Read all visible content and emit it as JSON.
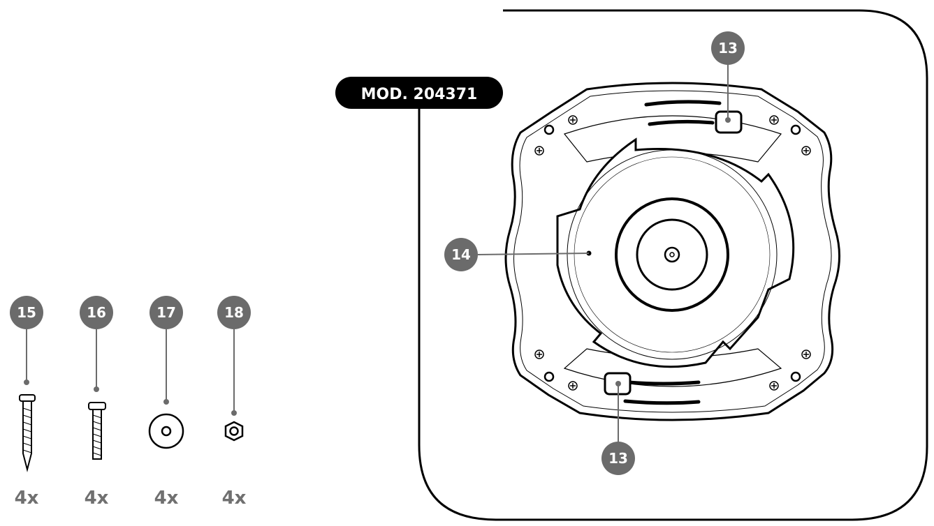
{
  "model_label": "MOD. 204371",
  "colors": {
    "callout": "#6b6b6b",
    "line": "#000000",
    "qty": "#707070",
    "badge": "#000000"
  },
  "callouts": {
    "c13_top": "13",
    "c13_bottom": "13",
    "c14": "14",
    "c15": "15",
    "c16": "16",
    "c17": "17",
    "c18": "18"
  },
  "hardware": [
    {
      "name": "long-screw",
      "quantity": "4x"
    },
    {
      "name": "short-screw",
      "quantity": "4x"
    },
    {
      "name": "washer",
      "quantity": "4x"
    },
    {
      "name": "hex-nut",
      "quantity": "4x"
    }
  ]
}
